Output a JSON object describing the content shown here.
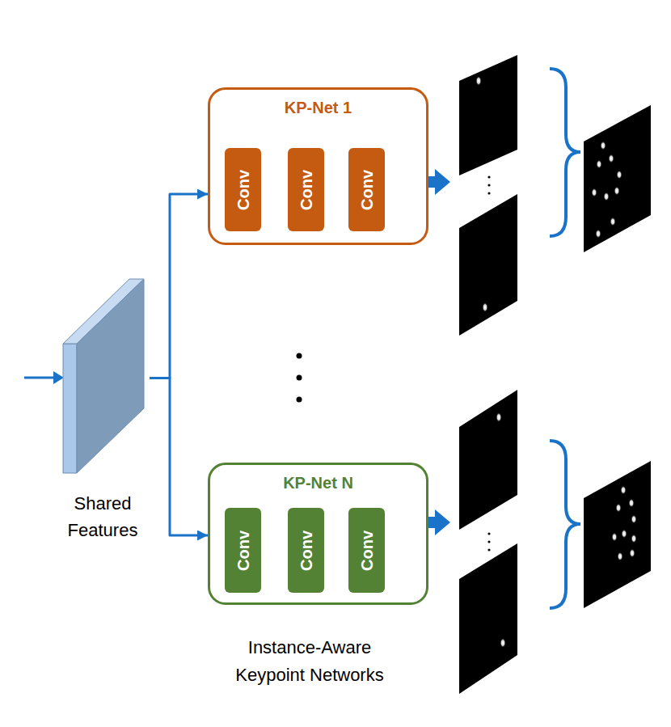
{
  "diagram": {
    "nodes": [
      {
        "text": [
          "Shared Features"
        ]
      },
      {
        "text": [
          "KP-Net 1"
        ]
      },
      {
        "text": [
          "Conv"
        ],
        "in": 1
      },
      {
        "text": [
          "Conv"
        ],
        "in": 1
      },
      {
        "text": [
          "Conv"
        ],
        "in": 1
      },
      {
        "text": [
          "KP-Net N"
        ]
      },
      {
        "text": [
          "Conv"
        ],
        "in": 5
      },
      {
        "text": [
          "Conv"
        ],
        "in": 5
      },
      {
        "text": [
          "Conv"
        ],
        "in": 5
      }
    ],
    "edges": [
      {
        "from": 0,
        "to": 1,
        "arrow": "to"
      },
      {
        "from": 0,
        "to": 5,
        "arrow": "to"
      },
      {
        "from": 2,
        "to": 3,
        "arrow": "to"
      },
      {
        "from": 3,
        "to": 4,
        "arrow": "to"
      },
      {
        "from": 6,
        "to": 7,
        "arrow": "to"
      },
      {
        "from": 7,
        "to": 8,
        "arrow": "to"
      }
    ],
    "labels": [
      "Instance-Aware Keypoint Networks"
    ]
  }
}
